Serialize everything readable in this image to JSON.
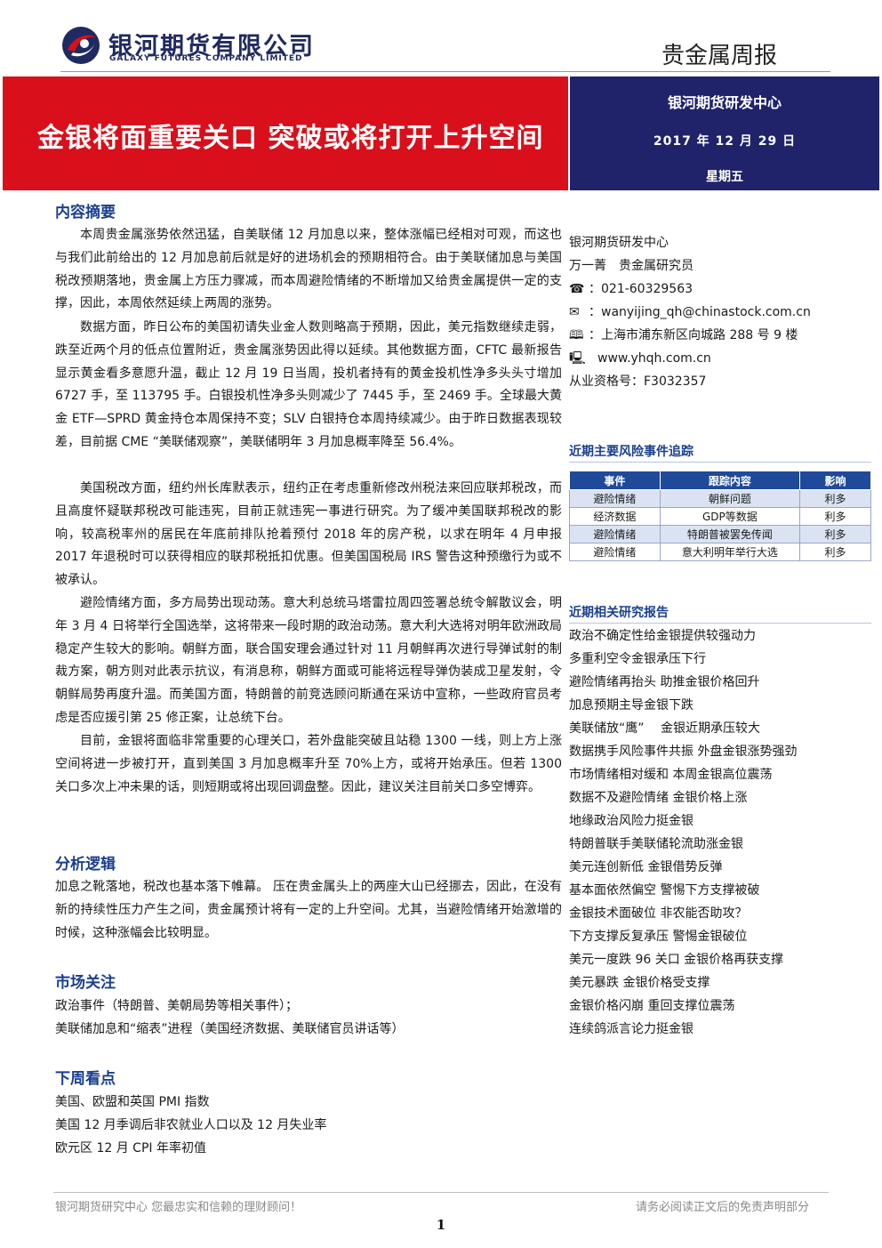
{
  "header": {
    "company_cn": "银河期货有限公司",
    "company_en": "GALAXY FUTURES COMPANY LIMITED",
    "report_type": "贵金属周报",
    "title": "金银将面重要关口 突破或将打开上升空间",
    "institute": "银河期货研发中心",
    "date": "2017 年 12 月 29 日",
    "weekday": "星期五"
  },
  "colors": {
    "brand_red": "#d90f1b",
    "brand_navy": "#20236a",
    "heading_blue": "#1a3f8f"
  },
  "summary": {
    "title": "内容摘要",
    "paragraphs": [
      "本周贵金属涨势依然迅猛，自美联储 12 月加息以来，整体涨幅已经相对可观，而这也与我们此前给出的 12 月加息前后就是好的进场机会的预期相符合。由于美联储加息与美国税改预期落地，贵金属上方压力骤减，而本周避险情绪的不断增加又给贵金属提供一定的支撑，因此，本周依然延续上两周的涨势。",
      "数据方面，昨日公布的美国初请失业金人数则略高于预期，因此，美元指数继续走弱，跌至近两个月的低点位置附近，贵金属涨势因此得以延续。其他数据方面，CFTC 最新报告显示黄金看多意愿升温，截止 12 月 19 日当周，投机者持有的黄金投机性净多头头寸增加 6727 手，至 113795 手。白银投机性净多头则减少了 7445 手，至 2469 手。全球最大黄金 ETF—SPRD 黄金持仓本周保持不变；SLV 白银持仓本周持续减少。由于昨日数据表现较差，目前据 CME “美联储观察”，美联储明年 3 月加息概率降至 56.4%。",
      "美国税改方面，纽约州长库默表示，纽约正在考虑重新修改州税法来回应联邦税改，而且高度怀疑联邦税改可能违宪，目前正就违宪一事进行研究。为了缓冲美国联邦税改的影响，较高税率州的居民在年底前排队抢着预付 2018 年的房产税，以求在明年 4 月申报 2017 年退税时可以获得相应的联邦税抵扣优惠。但美国国税局 IRS 警告这种预缴行为或不被承认。",
      "避险情绪方面，多方局势出现动荡。意大利总统马塔雷拉周四签署总统令解散议会，明年 3 月 4 日将举行全国选举，这将带来一段时期的政治动荡。意大利大选将对明年欧洲政局稳定产生较大的影响。朝鲜方面，联合国安理会通过针对 11 月朝鲜再次进行导弹试射的制裁方案，朝方则对此表示抗议，有消息称，朝鲜方面或可能将远程导弹伪装成卫星发射，令朝鲜局势再度升温。而美国方面，特朗普的前竞选顾问斯通在采访中宣称，一些政府官员考虑是否应援引第 25 修正案，让总统下台。",
      "目前，金银将面临非常重要的心理关口，若外盘能突破且站稳 1300 一线，则上方上涨空间将进一步被打开，直到美国 3 月加息概率升至 70%上方，或将开始承压。但若 1300 关口多次上冲未果的话，则短期或将出现回调盘整。因此，建议关注目前关口多空博弈。"
    ]
  },
  "logic": {
    "title": "分析逻辑",
    "text": "加息之靴落地，税改也基本落下帷幕。 压在贵金属头上的两座大山已经挪去，因此，在没有新的持续性压力产生之间，贵金属预计将有一定的上升空间。尤其，当避险情绪开始激增的时候，这种涨幅会比较明显。"
  },
  "focus": {
    "title": "市场关注",
    "items": [
      "政治事件（特朗普、美朝局势等相关事件）；",
      "美联储加息和“缩表”进程（美国经济数据、美联储官员讲话等）"
    ]
  },
  "next_week": {
    "title": "下周看点",
    "items": [
      "美国、欧盟和英国 PMI 指数",
      "美国 12 月季调后非农就业人口以及 12 月失业率",
      "欧元区 12 月 CPI 年率初值"
    ]
  },
  "contact": {
    "org": "银河期货研发中心",
    "analyst": "万一菁　贵金属研究员",
    "phone": "：021-60329563",
    "email": "：wanyijing_qh@chinastock.com.cn",
    "address": "：上海市浦东新区向城路 288 号 9 楼",
    "website": "www.yhqh.com.cn",
    "license": "从业资格号：F3032357"
  },
  "risk": {
    "title": "近期主要风险事件追踪",
    "headers": [
      "事件",
      "跟踪内容",
      "影响"
    ],
    "rows": [
      [
        "避险情绪",
        "朝鲜问题",
        "利多"
      ],
      [
        "经济数据",
        "GDP等数据",
        "利多"
      ],
      [
        "避险情绪",
        "特朗普被罢免传闻",
        "利多"
      ],
      [
        "避险情绪",
        "意大利明年举行大选",
        "利多"
      ]
    ]
  },
  "reports": {
    "title": "近期相关研究报告",
    "items": [
      "政治不确定性给金银提供较强动力",
      "多重利空令金银承压下行",
      "避险情绪再抬头  助推金银价格回升",
      "加息预期主导金银下跌",
      "美联储放“鹰”　 金银近期承压较大",
      "数据携手风险事件共振  外盘金银涨势强劲",
      "市场情绪相对缓和  本周金银高位震荡",
      "数据不及避险情绪  金银价格上涨",
      "地缘政治风险力挺金银",
      "特朗普联手美联储轮流助涨金银",
      "美元连创新低  金银借势反弹",
      "基本面依然偏空  警惕下方支撑被破",
      "金银技术面破位  非农能否助攻？",
      "下方支撑反复承压  警惕金银破位",
      "美元一度跌 96 关口  金银价格再获支撑",
      "美元暴跌  金银价格受支撑",
      "金银价格闪崩  重回支撑位震荡",
      "连续鸽派言论力挺金银"
    ]
  },
  "footer": {
    "left": "银河期货研究中心  您最忠实和信赖的理财顾问！",
    "right": "请务必阅读正文后的免责声明部分",
    "page": "1"
  }
}
